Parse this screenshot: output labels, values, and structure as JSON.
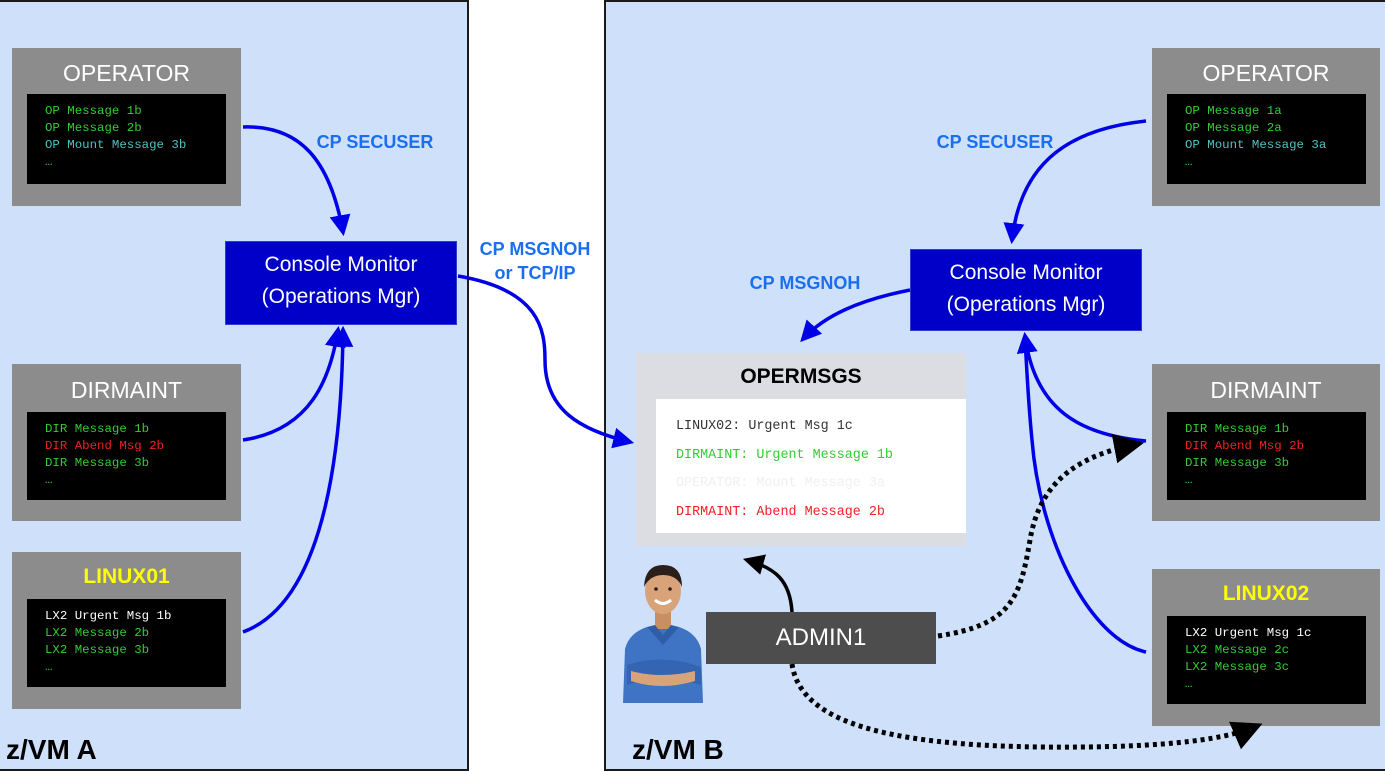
{
  "systems": {
    "a": {
      "label": "z/VM A"
    },
    "b": {
      "label": "z/VM B"
    }
  },
  "vm_a": {
    "operator": {
      "title": "OPERATOR",
      "lines": [
        {
          "text": "OP Message 1b",
          "color": "#33cc33"
        },
        {
          "text": "OP Message 2b",
          "color": "#33cc33"
        },
        {
          "text": "OP Mount Message 3b",
          "color": "#4fc3c3"
        },
        {
          "text": "…",
          "color": "#33cc33"
        }
      ]
    },
    "dirmaint": {
      "title": "DIRMAINT",
      "lines": [
        {
          "text": "DIR Message 1b",
          "color": "#33cc33"
        },
        {
          "text": "DIR Abend Msg 2b",
          "color": "#ee2222"
        },
        {
          "text": "DIR Message 3b",
          "color": "#33cc33"
        },
        {
          "text": "…",
          "color": "#33cc33"
        }
      ]
    },
    "linux": {
      "title": "LINUX01",
      "lines": [
        {
          "text": "LX2 Urgent Msg 1b",
          "color": "#ffffff"
        },
        {
          "text": "LX2 Message 2b",
          "color": "#33cc33"
        },
        {
          "text": "LX2 Message 3b",
          "color": "#33cc33"
        },
        {
          "text": "…",
          "color": "#33cc33"
        }
      ]
    },
    "monitor": {
      "line1": "Console Monitor",
      "line2": "(Operations Mgr)"
    },
    "secuser_label": "CP SECUSER"
  },
  "vm_b": {
    "operator": {
      "title": "OPERATOR",
      "lines": [
        {
          "text": "OP Message 1a",
          "color": "#33cc33"
        },
        {
          "text": "OP Message 2a",
          "color": "#33cc33"
        },
        {
          "text": "OP Mount Message 3a",
          "color": "#4fc3c3"
        },
        {
          "text": "…",
          "color": "#33cc33"
        }
      ]
    },
    "dirmaint": {
      "title": "DIRMAINT",
      "lines": [
        {
          "text": "DIR Message 1b",
          "color": "#33cc33"
        },
        {
          "text": "DIR Abend Msg 2b",
          "color": "#ee2222"
        },
        {
          "text": "DIR Message 3b",
          "color": "#33cc33"
        },
        {
          "text": "…",
          "color": "#33cc33"
        }
      ]
    },
    "linux": {
      "title": "LINUX02",
      "lines": [
        {
          "text": "LX2 Urgent Msg 1c",
          "color": "#ffffff"
        },
        {
          "text": "LX2 Message 2c",
          "color": "#33cc33"
        },
        {
          "text": "LX2 Message 3c",
          "color": "#33cc33"
        },
        {
          "text": "…",
          "color": "#33cc33"
        }
      ]
    },
    "monitor": {
      "line1": "Console Monitor",
      "line2": "(Operations Mgr)"
    },
    "secuser_label": "CP SECUSER",
    "msgnoh_label": "CP MSGNOH",
    "opermsgs": {
      "title": "OPERMSGS",
      "lines": [
        {
          "text": "LINUX02: Urgent Msg 1c",
          "color": "#333333"
        },
        {
          "text": "DIRMAINT: Urgent Message 1b",
          "color": "#33cc33"
        },
        {
          "text": "OPERATOR: Mount Message 3a",
          "color": "#f0f0f0"
        },
        {
          "text": "DIRMAINT: Abend Message 2b",
          "color": "#ee2222"
        }
      ]
    },
    "admin": {
      "label": "ADMIN1"
    }
  },
  "link_label": {
    "line1": "CP MSGNOH",
    "line2": "or TCP/IP"
  },
  "colors": {
    "vm_background": "#cfe0fb",
    "arrow_blue": "#0000e6",
    "label_blue": "#1a6ff0",
    "monitor_blue": "#0000c8"
  }
}
